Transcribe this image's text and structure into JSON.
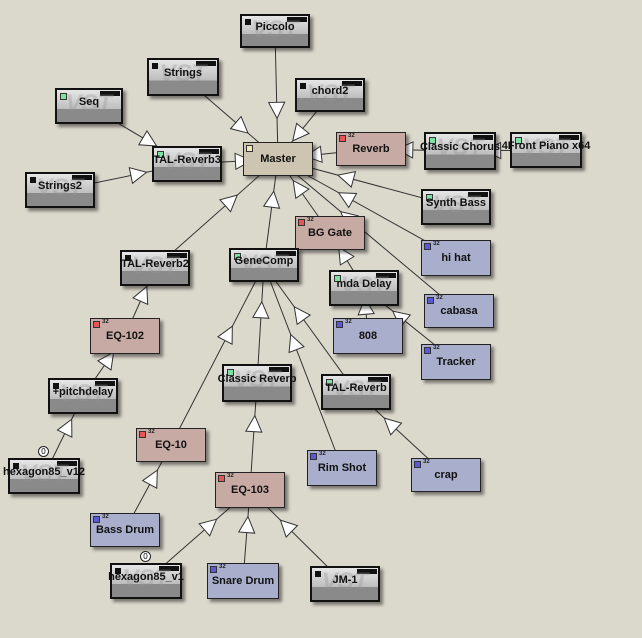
{
  "nodes": [
    {
      "id": "piccolo",
      "label": "Piccolo",
      "type": "vst"
    },
    {
      "id": "strings",
      "label": "Strings",
      "type": "vst"
    },
    {
      "id": "chord2",
      "label": "chord2",
      "type": "vst"
    },
    {
      "id": "seq",
      "label": "Seq",
      "type": "vst",
      "green": true
    },
    {
      "id": "master",
      "label": "Master",
      "type": "master"
    },
    {
      "id": "reverb",
      "label": "Reverb",
      "type": "pink",
      "badge": "32"
    },
    {
      "id": "chorus",
      "label": "Classic Chorus",
      "type": "vst",
      "green": true
    },
    {
      "id": "piano",
      "label": "4Front Piano x64",
      "type": "vst",
      "green": true
    },
    {
      "id": "talr3",
      "label": "TAL-Reverb3",
      "type": "vst",
      "green": true
    },
    {
      "id": "strings2",
      "label": "Strings2",
      "type": "vst"
    },
    {
      "id": "synthbass",
      "label": "Synth Bass",
      "type": "vst",
      "green": true
    },
    {
      "id": "bggate",
      "label": "BG Gate",
      "type": "pink",
      "badge": "32"
    },
    {
      "id": "genecomp",
      "label": "GeneComp",
      "type": "vst",
      "green": true
    },
    {
      "id": "talr2",
      "label": "TAL-Reverb2",
      "type": "vst"
    },
    {
      "id": "hihat",
      "label": "hi hat",
      "type": "blue",
      "badge": "32"
    },
    {
      "id": "mdadelay",
      "label": "mda Delay",
      "type": "vst",
      "green": true
    },
    {
      "id": "cabasa",
      "label": "cabasa",
      "type": "blue",
      "badge": "32"
    },
    {
      "id": "n808",
      "label": "808",
      "type": "blue",
      "badge": "32"
    },
    {
      "id": "eq102",
      "label": "EQ-102",
      "type": "pink",
      "badge": "32"
    },
    {
      "id": "tracker",
      "label": "Tracker",
      "type": "blue",
      "badge": "32"
    },
    {
      "id": "pitchdelay",
      "label": "+pitchdelay",
      "type": "vst"
    },
    {
      "id": "classicrev",
      "label": "Classic Reverb",
      "type": "vst",
      "green": true
    },
    {
      "id": "talr",
      "label": "TAL-Reverb",
      "type": "vst",
      "green": true
    },
    {
      "id": "eq10",
      "label": "EQ-10",
      "type": "pink",
      "badge": "32"
    },
    {
      "id": "rimshot",
      "label": "Rim Shot",
      "type": "blue",
      "badge": "32"
    },
    {
      "id": "crap",
      "label": "crap",
      "type": "blue",
      "badge": "32"
    },
    {
      "id": "hex12",
      "label": "hexagon85_v12",
      "type": "vst",
      "pin": "0"
    },
    {
      "id": "eq103",
      "label": "EQ-103",
      "type": "pink",
      "badge": "32"
    },
    {
      "id": "bassdrum",
      "label": "Bass Drum",
      "type": "blue",
      "badge": "32"
    },
    {
      "id": "hex1",
      "label": "hexagon85_v1",
      "type": "vst",
      "pin": "0"
    },
    {
      "id": "snare",
      "label": "Snare Drum",
      "type": "blue",
      "badge": "32"
    },
    {
      "id": "jm1",
      "label": "JM-1",
      "type": "vst"
    }
  ],
  "edges": [
    [
      "piccolo",
      "master"
    ],
    [
      "strings",
      "master"
    ],
    [
      "chord2",
      "master"
    ],
    [
      "reverb",
      "master"
    ],
    [
      "synthbass",
      "master"
    ],
    [
      "hihat",
      "master"
    ],
    [
      "cabasa",
      "master"
    ],
    [
      "talr3",
      "master"
    ],
    [
      "talr2",
      "master"
    ],
    [
      "genecomp",
      "master"
    ],
    [
      "bggate",
      "master"
    ],
    [
      "chorus",
      "reverb"
    ],
    [
      "piano",
      "chorus"
    ],
    [
      "seq",
      "talr3"
    ],
    [
      "strings2",
      "talr3"
    ],
    [
      "mdadelay",
      "bggate"
    ],
    [
      "n808",
      "mdadelay"
    ],
    [
      "tracker",
      "mdadelay"
    ],
    [
      "eq102",
      "talr2"
    ],
    [
      "pitchdelay",
      "eq102"
    ],
    [
      "hex12",
      "pitchdelay"
    ],
    [
      "classicrev",
      "genecomp"
    ],
    [
      "eq10",
      "genecomp"
    ],
    [
      "rimshot",
      "genecomp"
    ],
    [
      "talr",
      "genecomp"
    ],
    [
      "eq103",
      "classicrev"
    ],
    [
      "crap",
      "talr"
    ],
    [
      "bassdrum",
      "eq10"
    ],
    [
      "hex1",
      "eq103"
    ],
    [
      "snare",
      "eq103"
    ],
    [
      "jm1",
      "eq103"
    ]
  ]
}
